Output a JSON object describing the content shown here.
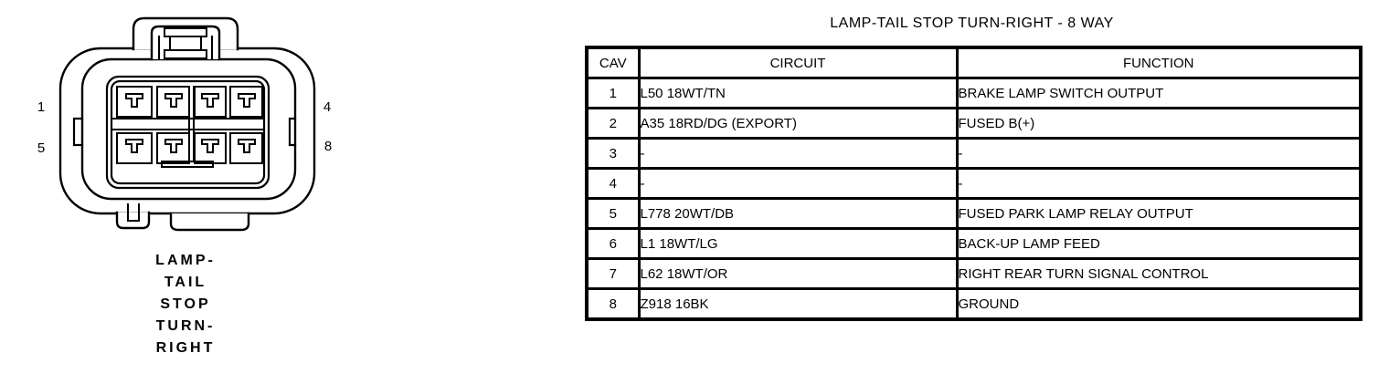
{
  "colors": {
    "ink": "#000000",
    "paper": "#ffffff"
  },
  "connector": {
    "pins": {
      "top_left": "1",
      "top_right": "4",
      "bottom_left": "5",
      "bottom_right": "8"
    },
    "caption_lines": [
      "LAMP-",
      "TAIL",
      "STOP",
      "TURN-",
      "RIGHT"
    ]
  },
  "table": {
    "title": "LAMP-TAIL STOP TURN-RIGHT - 8 WAY",
    "headers": [
      "CAV",
      "CIRCUIT",
      "FUNCTION"
    ],
    "rows": [
      {
        "cav": "1",
        "circuit": "L50 18WT/TN",
        "function": "BRAKE LAMP SWITCH OUTPUT"
      },
      {
        "cav": "2",
        "circuit": "A35 18RD/DG (EXPORT)",
        "function": "FUSED B(+)"
      },
      {
        "cav": "3",
        "circuit": "-",
        "function": "-"
      },
      {
        "cav": "4",
        "circuit": "-",
        "function": "-"
      },
      {
        "cav": "5",
        "circuit": "L778 20WT/DB",
        "function": "FUSED PARK LAMP RELAY OUTPUT"
      },
      {
        "cav": "6",
        "circuit": "L1 18WT/LG",
        "function": "BACK-UP LAMP FEED"
      },
      {
        "cav": "7",
        "circuit": "L62 18WT/OR",
        "function": "RIGHT REAR TURN SIGNAL CONTROL"
      },
      {
        "cav": "8",
        "circuit": "Z918 16BK",
        "function": "GROUND"
      }
    ]
  }
}
